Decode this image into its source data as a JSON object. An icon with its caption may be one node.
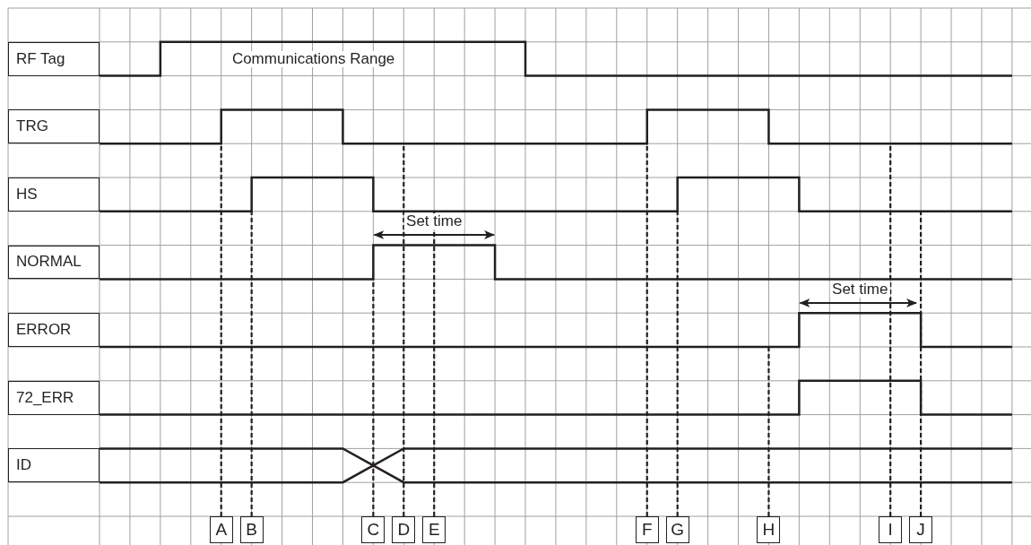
{
  "diagram": {
    "nodes": [
      {
        "text": [
          "RF Tag"
        ]
      },
      {
        "text": [
          "TRG"
        ]
      },
      {
        "text": [
          "HS"
        ]
      },
      {
        "text": [
          "NORMAL"
        ]
      },
      {
        "text": [
          "ERROR"
        ]
      },
      {
        "text": [
          "72_ERR"
        ]
      },
      {
        "text": [
          "ID"
        ]
      },
      {
        "text": [
          "A"
        ]
      },
      {
        "text": [
          "B"
        ]
      },
      {
        "text": [
          "C"
        ]
      },
      {
        "text": [
          "D"
        ]
      },
      {
        "text": [
          "E"
        ]
      },
      {
        "text": [
          "F"
        ]
      },
      {
        "text": [
          "G"
        ]
      },
      {
        "text": [
          "H"
        ]
      },
      {
        "text": [
          "I"
        ]
      },
      {
        "text": [
          "J"
        ]
      }
    ],
    "edges": [
      {
        "from": 7,
        "to": 1,
        "arrow": "none",
        "style": "dashed"
      },
      {
        "from": 8,
        "to": 2,
        "arrow": "none",
        "style": "dashed"
      },
      {
        "from": 9,
        "to": 3,
        "arrow": "none",
        "style": "dashed"
      },
      {
        "from": 10,
        "to": 1,
        "arrow": "none",
        "style": "dashed"
      },
      {
        "from": 11,
        "to": 2,
        "arrow": "none",
        "style": "dashed"
      },
      {
        "from": 12,
        "to": 1,
        "arrow": "none",
        "style": "dashed"
      },
      {
        "from": 13,
        "to": 2,
        "arrow": "none",
        "style": "dashed"
      },
      {
        "from": 14,
        "to": 4,
        "arrow": "none",
        "style": "dashed"
      },
      {
        "from": 15,
        "to": 1,
        "arrow": "none",
        "style": "dashed"
      },
      {
        "from": 16,
        "to": 2,
        "arrow": "none",
        "style": "dashed"
      }
    ],
    "labels": [
      "Communications Range",
      "Set time",
      "Set time"
    ]
  }
}
